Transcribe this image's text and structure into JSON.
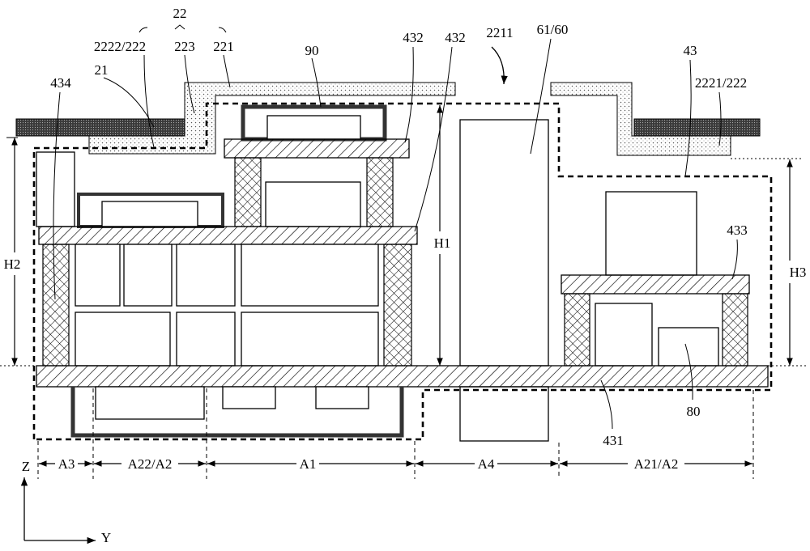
{
  "labels": {
    "group_22": "22",
    "part_2222_222": "2222/222",
    "part_223": "223",
    "part_221": "221",
    "shield_90": "90",
    "board_432_a": "432",
    "board_432_b": "432",
    "opening_2211": "2211",
    "component_61_60": "61/60",
    "cavity_43": "43",
    "part_2221_222": "2221/222",
    "layer_21": "21",
    "frame_434": "434",
    "height_h2": "H2",
    "height_h1": "H1",
    "height_h3": "H3",
    "board_433": "433",
    "component_80": "80",
    "board_431": "431"
  },
  "regions": [
    "A3",
    "A22/A2",
    "A1",
    "A4",
    "A21/A2"
  ],
  "axes": {
    "z": "Z",
    "y": "Y"
  }
}
